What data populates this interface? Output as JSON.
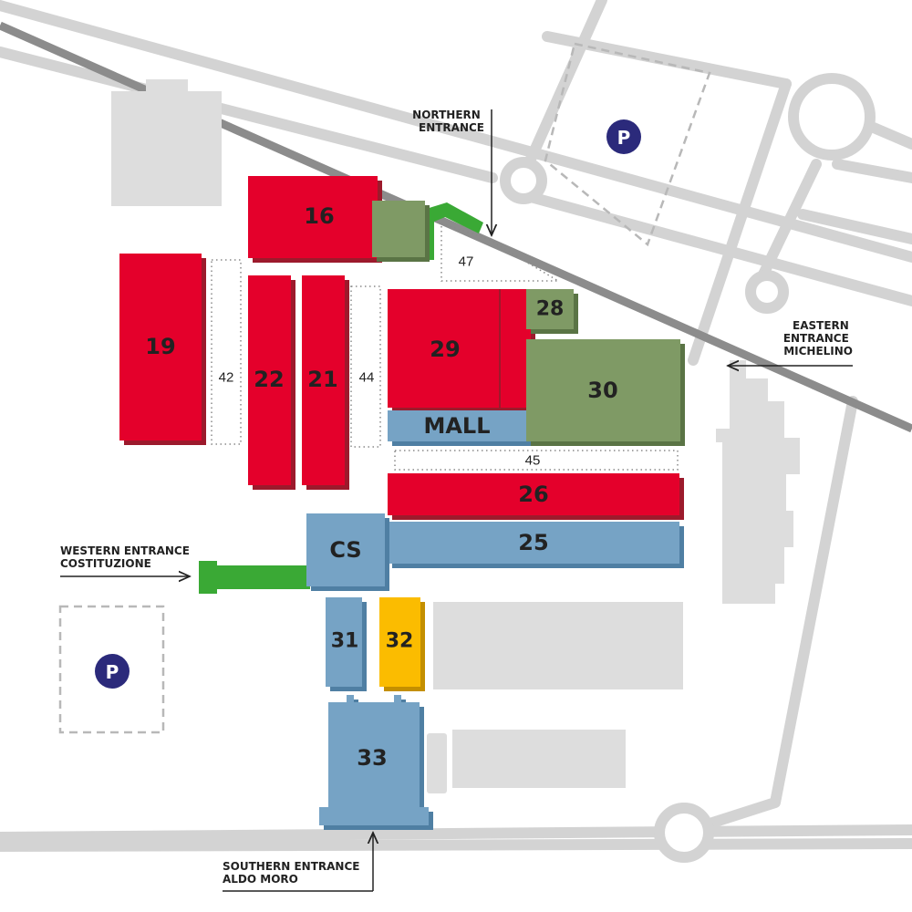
{
  "colors": {
    "red": "#e4002b",
    "red_shadow": "#9c1a2c",
    "blue": "#76a3c5",
    "blue_shadow": "#4f7fa3",
    "green": "#7f9a65",
    "green_shadow": "#5a7445",
    "yellow": "#fbbc00",
    "yellow_shadow": "#c48f00",
    "path_green": "#3aa935",
    "gray": "#dddddd",
    "parking": "#2b2a7b"
  },
  "pavilions": {
    "p16": "16",
    "p19": "19",
    "p22": "22",
    "p21": "21",
    "p29": "29",
    "p28": "28",
    "p30": "30",
    "mall": "MALL",
    "p26": "26",
    "p25": "25",
    "cs": "CS",
    "p31": "31",
    "p32": "32",
    "p33": "33"
  },
  "walkways": {
    "w42": "42",
    "w44": "44",
    "w45": "45",
    "w47": "47"
  },
  "entrances": {
    "northern": [
      "NORTHERN",
      "ENTRANCE"
    ],
    "eastern": [
      "EASTERN",
      "ENTRANCE",
      "MICHELINO"
    ],
    "western": [
      "WESTERN ENTRANCE",
      "COSTITUZIONE"
    ],
    "southern": [
      "SOUTHERN ENTRANCE",
      "ALDO MORO"
    ]
  },
  "parking": {
    "north": "P",
    "west": "P"
  }
}
